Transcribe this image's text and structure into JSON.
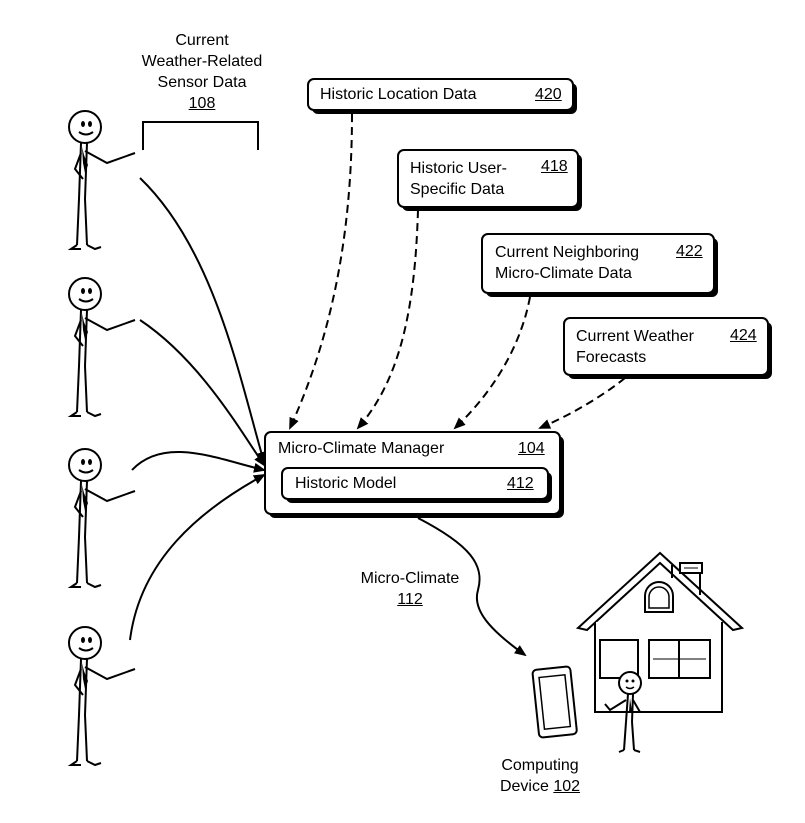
{
  "sensor_data": {
    "line1": "Current",
    "line2": "Weather-Related",
    "line3": "Sensor Data",
    "ref": "108"
  },
  "boxes": {
    "historic_location": {
      "label": "Historic Location Data",
      "ref": "420"
    },
    "historic_user": {
      "line1": "Historic User-",
      "line2": "Specific Data",
      "ref": "418"
    },
    "neighboring": {
      "line1": "Current Neighboring",
      "line2": "Micro-Climate Data",
      "ref": "422"
    },
    "forecasts": {
      "line1": "Current Weather",
      "line2": "Forecasts",
      "ref": "424"
    },
    "manager": {
      "label": "Micro-Climate Manager",
      "ref": "104"
    },
    "historic_model": {
      "label": "Historic Model",
      "ref": "412"
    }
  },
  "micro_climate": {
    "label": "Micro-Climate",
    "ref": "112"
  },
  "computing_device": {
    "line1": "Computing",
    "line2": "Device",
    "ref": "102"
  },
  "icons": [
    "stick-figure-icon",
    "house-icon",
    "tablet-device-icon"
  ]
}
